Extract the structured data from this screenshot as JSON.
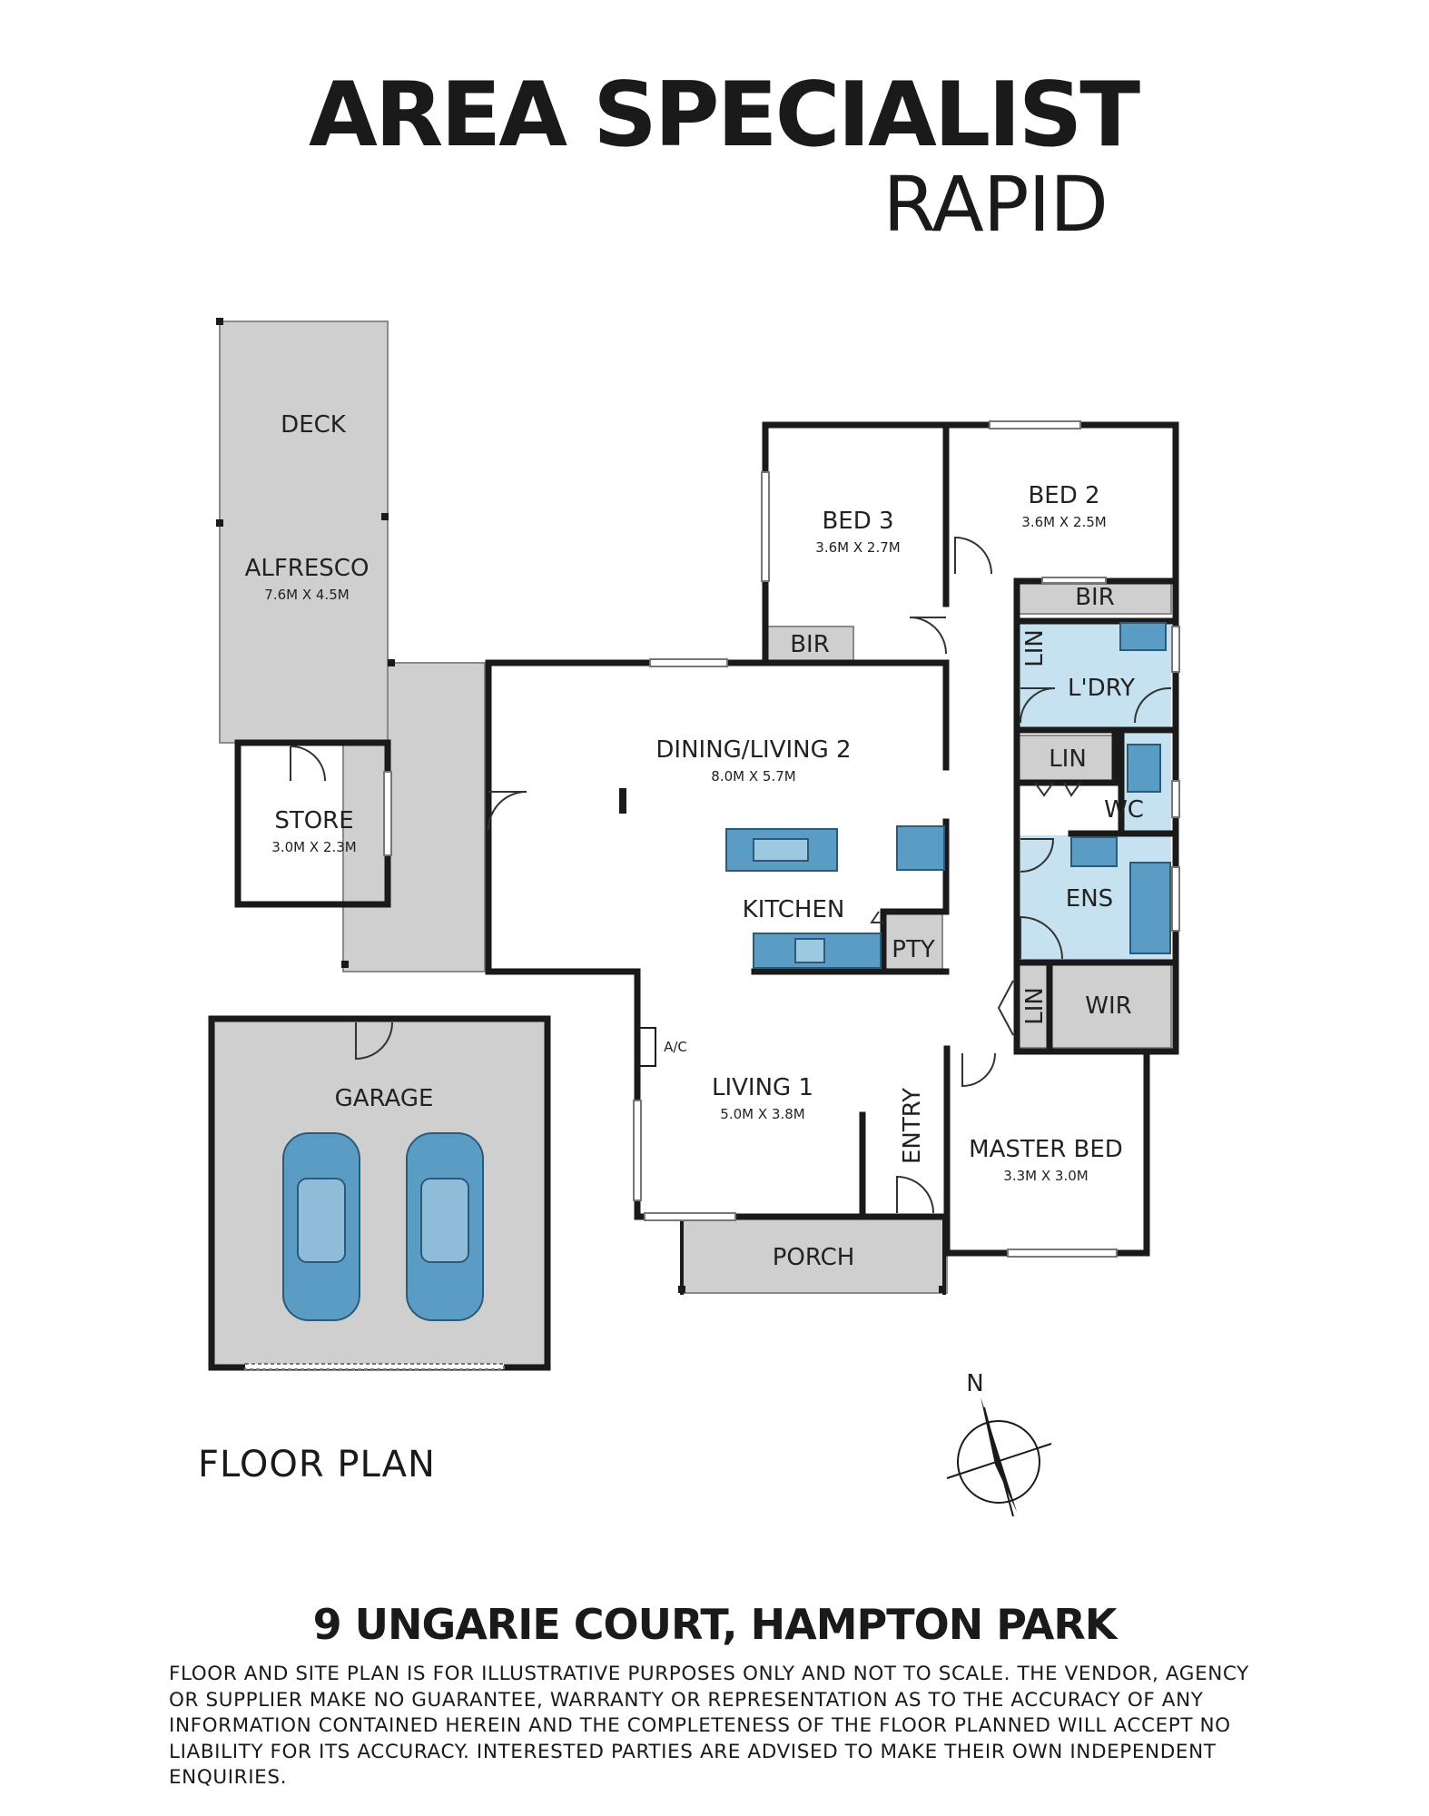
{
  "brand": {
    "name": "AREA SPECIALIST",
    "sub": "RAPID"
  },
  "rooms": {
    "deck": {
      "label": "DECK"
    },
    "alfresco": {
      "label": "ALFRESCO",
      "dims": "7.6M X 4.5M"
    },
    "store": {
      "label": "STORE",
      "dims": "3.0M X 2.3M"
    },
    "garage": {
      "label": "GARAGE"
    },
    "bed3": {
      "label": "BED 3",
      "dims": "3.6M X 2.7M"
    },
    "bed2": {
      "label": "BED 2",
      "dims": "3.6M X 2.5M"
    },
    "bir_bed3": {
      "label": "BIR"
    },
    "bir_bed2": {
      "label": "BIR"
    },
    "lin_laundry": {
      "label": "LIN"
    },
    "laundry": {
      "label": "L'DRY"
    },
    "lin_hall": {
      "label": "LIN"
    },
    "wc": {
      "label": "WC"
    },
    "dining": {
      "label": "DINING/LIVING 2",
      "dims": "8.0M X 5.7M"
    },
    "kitchen": {
      "label": "KITCHEN"
    },
    "pantry": {
      "label": "PTY"
    },
    "ensuite": {
      "label": "ENS"
    },
    "lin_ensuite": {
      "label": "LIN"
    },
    "wir": {
      "label": "WIR"
    },
    "ac": {
      "label": "A/C"
    },
    "living1": {
      "label": "LIVING 1",
      "dims": "5.0M X 3.8M"
    },
    "entry": {
      "label": "ENTRY"
    },
    "master": {
      "label": "MASTER BED",
      "dims": "3.3M X 3.0M"
    },
    "porch": {
      "label": "PORCH"
    }
  },
  "compass": {
    "label": "N"
  },
  "plan_label": "FLOOR PLAN",
  "address": "9 UNGARIE COURT, HAMPTON PARK",
  "disclaimer": "FLOOR AND SITE PLAN IS FOR ILLUSTRATIVE PURPOSES ONLY AND NOT TO SCALE. THE VENDOR, AGENCY OR SUPPLIER MAKE NO GUARANTEE, WARRANTY OR REPRESENTATION AS TO THE ACCURACY OF ANY INFORMATION CONTAINED HEREIN AND THE COMPLETENESS OF THE FLOOR PLANNED WILL ACCEPT NO LIABILITY FOR ITS ACCURACY. INTERESTED PARTIES ARE ADVISED TO MAKE THEIR OWN INDEPENDENT ENQUIRIES.",
  "colors": {
    "wall": "#1a1a1a",
    "outdoor": "#cfcfcf",
    "wet": "#c6e2f1",
    "fixture": "#5b9cc4"
  }
}
